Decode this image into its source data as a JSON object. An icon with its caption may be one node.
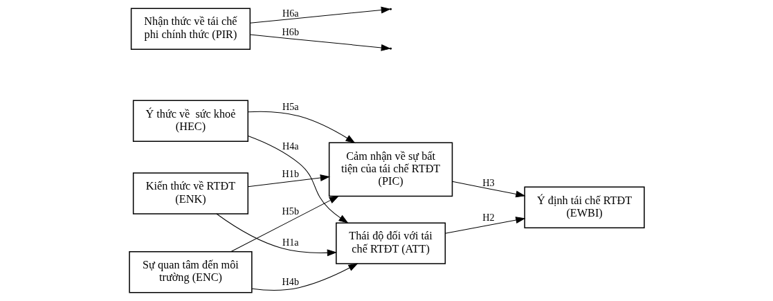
{
  "diagram": {
    "nodes": [
      {
        "text": [
          "Kiến thức về RTĐT (ENK)"
        ]
      },
      {
        "text": [
          "Ý thức về  sức khoẻ (HEC)"
        ]
      },
      {
        "text": [
          "Sự quan tâm đến môi trường (ENC)"
        ]
      },
      {
        "text": [
          "Thái độ đối với tái chế RTĐT (ATT)"
        ]
      },
      {
        "text": [
          "Cảm nhận về sự bất tiện của tái chế RTĐT (PIC)"
        ]
      },
      {
        "text": [
          "Nhận thức về tái chế phi chính thức (PIR)"
        ]
      },
      {
        "text": [
          "Ý định tái chế RTĐT (EWBI)"
        ]
      }
    ],
    "edges": [
      {
        "from": 0,
        "to": 3,
        "arrow": "to",
        "label": "H1a"
      },
      {
        "from": 0,
        "to": 4,
        "arrow": "to",
        "label": "H1b"
      },
      {
        "from": 1,
        "to": 3,
        "arrow": "to",
        "label": "H4a"
      },
      {
        "from": 1,
        "to": 4,
        "arrow": "to",
        "label": "H5a"
      },
      {
        "from": 2,
        "to": 3,
        "arrow": "to",
        "label": "H4b"
      },
      {
        "from": 2,
        "to": 4,
        "arrow": "to",
        "label": "H5b"
      },
      {
        "from": 3,
        "to": 6,
        "arrow": "to",
        "label": "H2"
      },
      {
        "from": 4,
        "to": 6,
        "arrow": "to",
        "label": "H3"
      },
      {
        "from": 5,
        "to": null,
        "arrow": "to",
        "label": "H6a"
      },
      {
        "from": 5,
        "to": null,
        "arrow": "to",
        "label": "H6b"
      }
    ]
  }
}
